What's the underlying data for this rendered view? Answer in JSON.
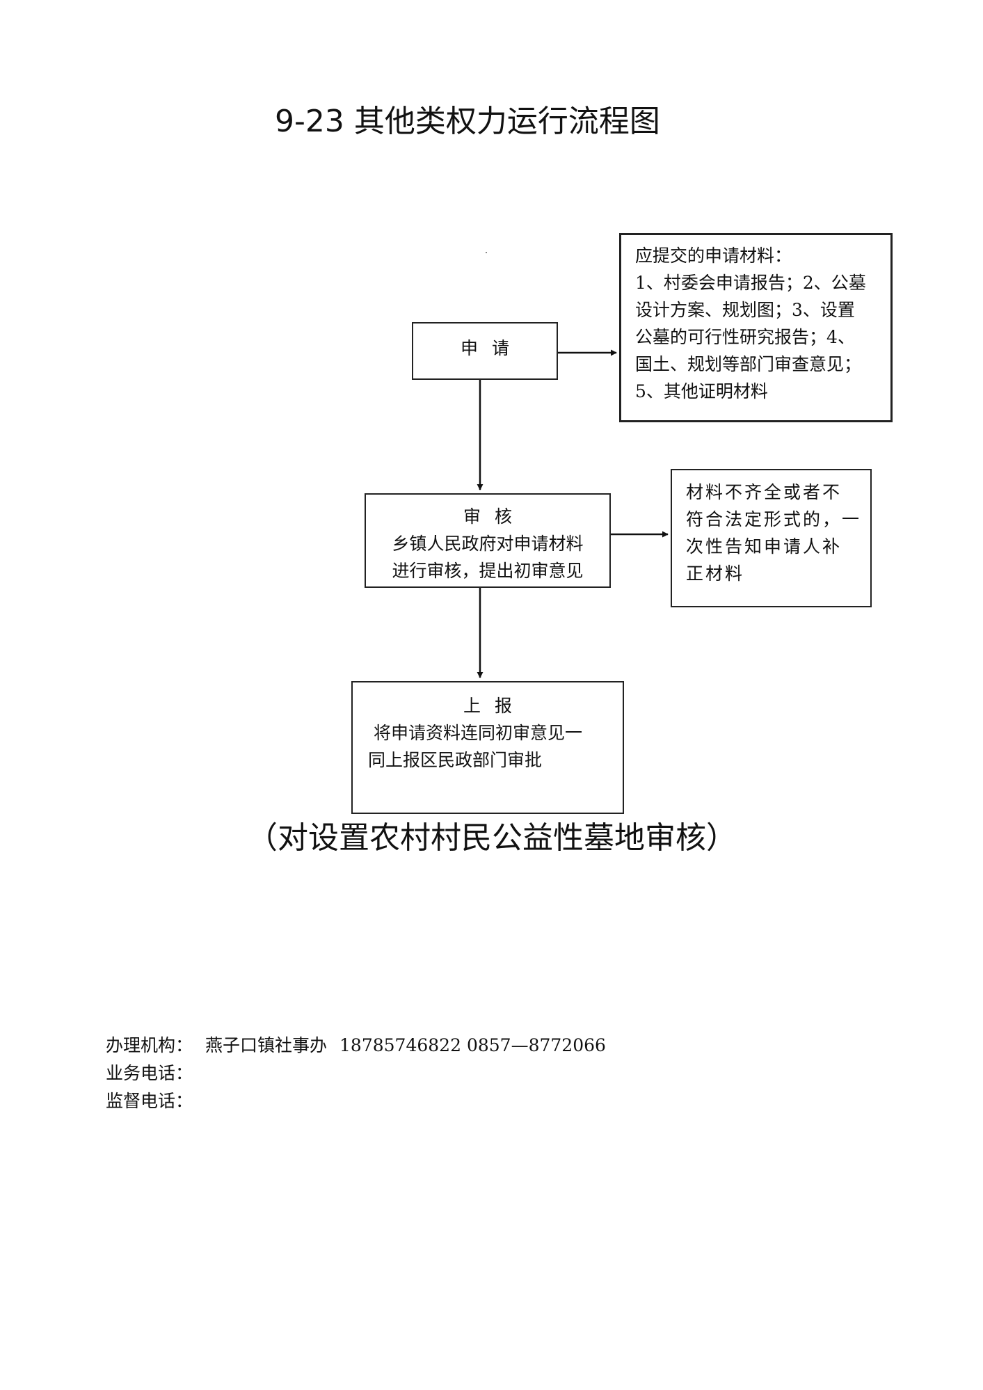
{
  "title": "9-23 其他类权力运行流程图",
  "nodes": {
    "apply": {
      "label": "申请"
    },
    "materials": {
      "lines": [
        "应提交的申请材料：",
        "1、村委会申请报告；2、公墓",
        "设计方案、规划图；3、设置",
        "公墓的可行性研究报告；4、",
        "国土、规划等部门审查意见；",
        "5、其他证明材料"
      ]
    },
    "review": {
      "label": "审核",
      "lines": [
        "乡镇人民政府对申请材料",
        "进行审核，提出初审意见"
      ]
    },
    "notice": {
      "lines": [
        "材料不齐全或者不",
        "符合法定形式的，一",
        "次性告知申请人补",
        "正材料"
      ]
    },
    "report": {
      "label": "上报",
      "lines": [
        "将申请资料连同初审意见一",
        "同上报区民政部门审批"
      ]
    }
  },
  "subtitle": "（对设置农村村民公益性墓地审核）",
  "footer": {
    "agency_label": "办理机构：",
    "agency_value": "燕子口镇社事办",
    "phone_numbers": "18785746822 0857—8772066",
    "business_phone_label": "业务电话：",
    "supervision_phone_label": "监督电话："
  },
  "colors": {
    "line": "#111111",
    "box_border": "#222222",
    "text": "#111111"
  }
}
